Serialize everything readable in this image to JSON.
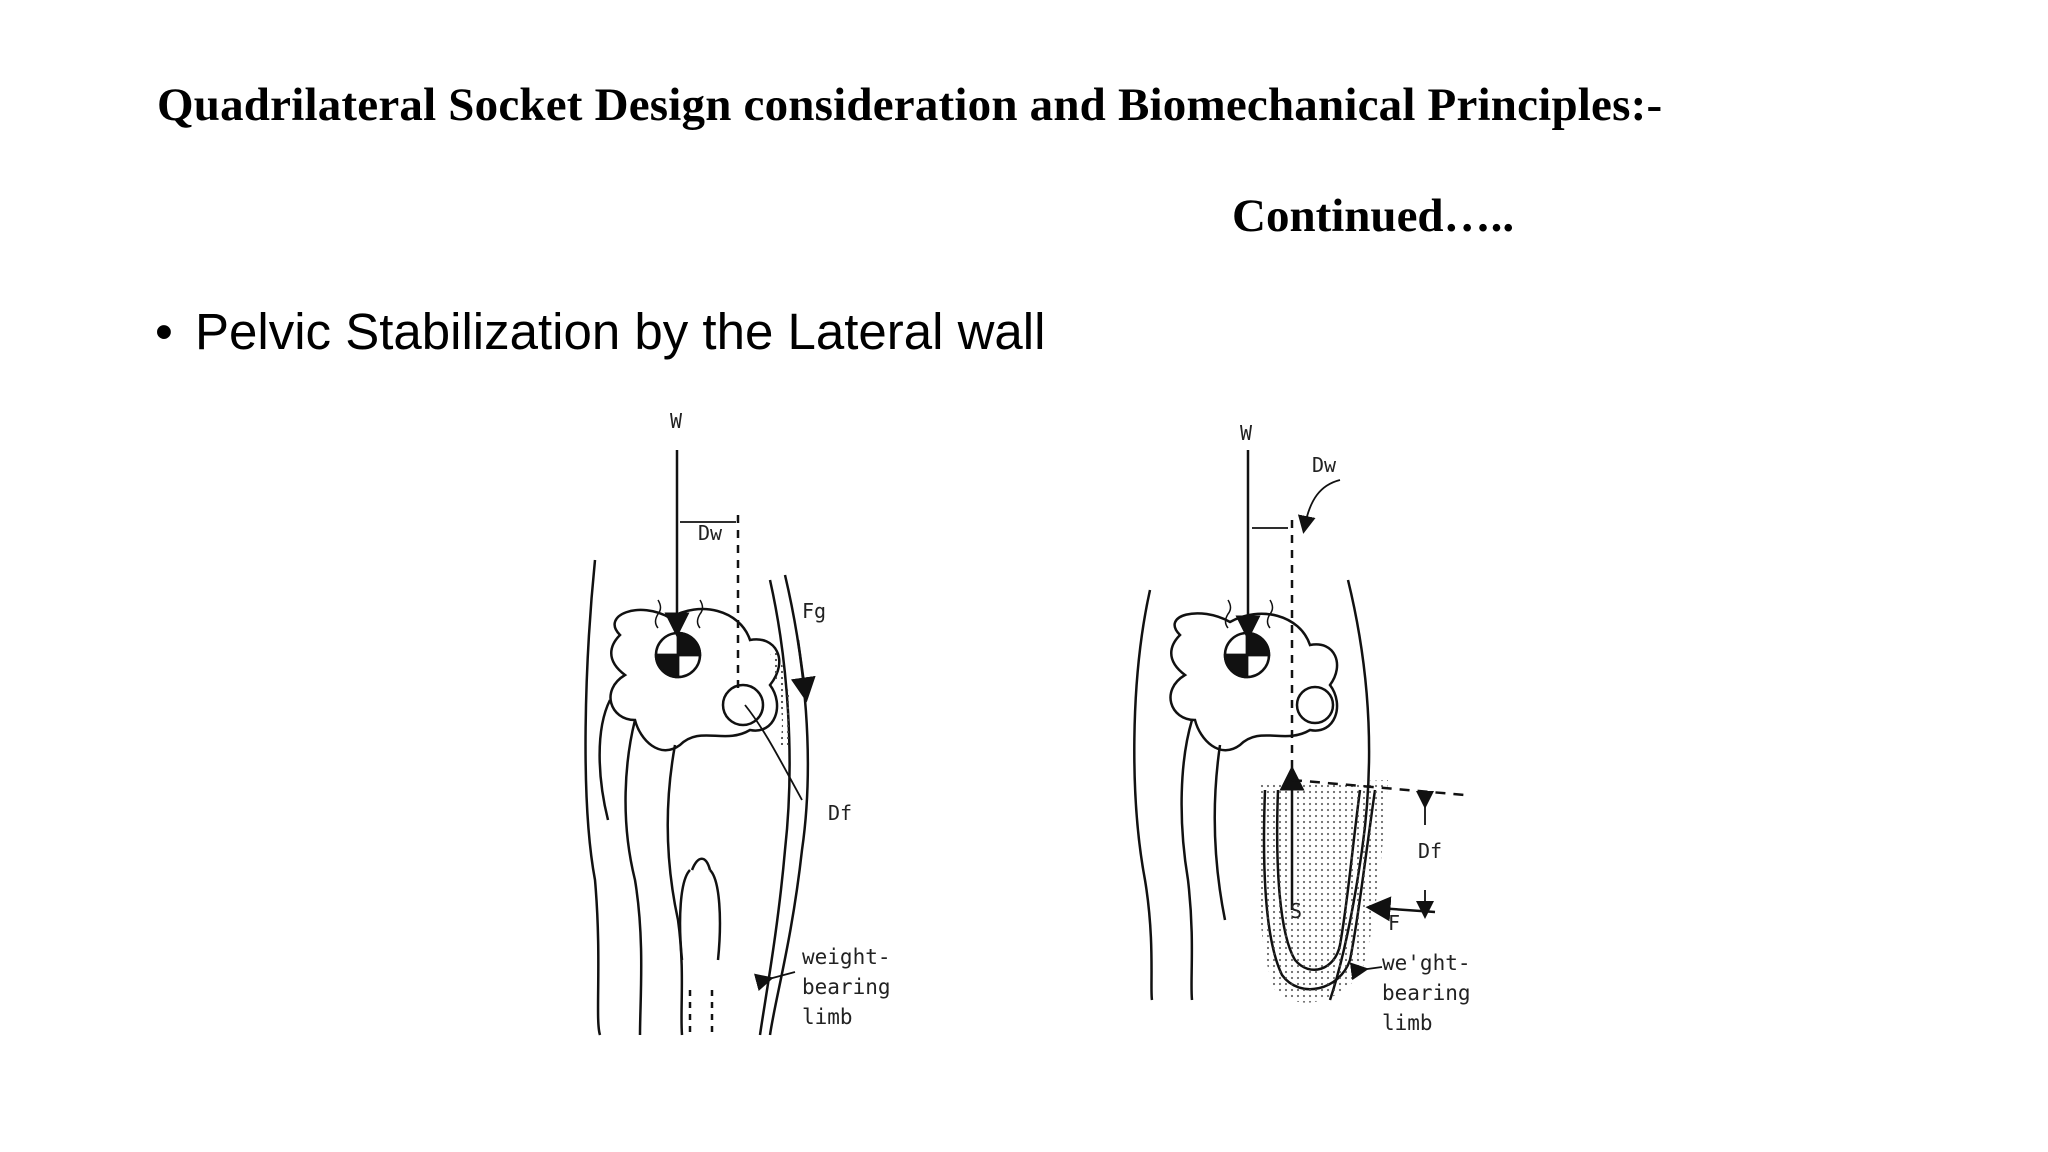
{
  "slide": {
    "title": "Quadrilateral Socket Design consideration and Biomechanical Principles:-",
    "continued": "Continued…..",
    "bullet": "Pelvic Stabilization by the Lateral wall"
  },
  "figure": {
    "left_diagram": {
      "label_w": "W",
      "label_dw": "Dw",
      "label_fg": "Fg",
      "label_df": "Df",
      "caption": [
        "weight-",
        "bearing",
        "limb"
      ]
    },
    "right_diagram": {
      "label_w": "W",
      "label_dw": "Dw",
      "label_df": "Df",
      "label_s": "S",
      "label_f": "F",
      "caption": [
        "we'ght-",
        "bearing",
        "limb"
      ]
    }
  }
}
